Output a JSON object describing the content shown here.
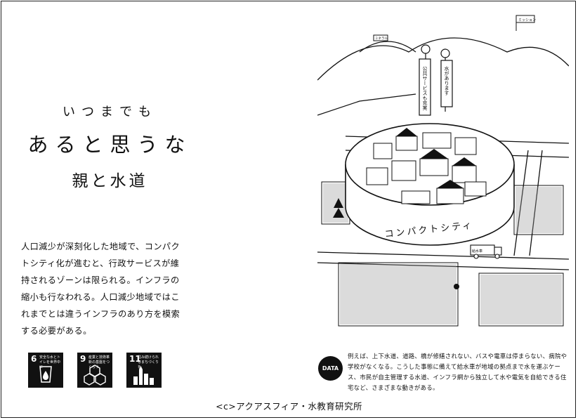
{
  "headline": {
    "line1": "いつまでも",
    "line2": "あると思うな",
    "line3": "親と水道"
  },
  "body_text": "人口減少が深刻化した地域で、コンパクトシティ化が進むと、行政サービスが維持されるゾーンは限られる。インフラの縮小も行なわれる。人口減少地域ではこれまでとは違うインフラのあり方を模索する必要がある。",
  "sdg_icons": [
    {
      "number": "6",
      "title": "安全な水とトイレを世界中に",
      "icon": "water-drop-icon"
    },
    {
      "number": "9",
      "title": "産業と技術革新の基盤をつくろう",
      "icon": "cubes-icon"
    },
    {
      "number": "11",
      "title": "住み続けられるまちづくりを",
      "icon": "city-buildings-icon"
    }
  ],
  "illustration": {
    "city_label": "コンパクトシティ",
    "banner_left": "公共サービスも充実",
    "banner_right": "水があります",
    "truck_label": "給水車",
    "flag_label": "ミッション",
    "sign_label": "ミネラル"
  },
  "data_section": {
    "badge": "DATA",
    "text": "例えば、上下水道、道路、橋が修繕されない、バスや電車は停まらない、病院や学校がなくなる。こうした事態に備えて給水車が地域の拠点まで水を運ぶケース、市民が自主管理する水道、インフラ網から独立して水や電気を自給できる住宅など、さまざまな動きがある。"
  },
  "credit": "<c>アクアスフィア・水教育研究所"
}
